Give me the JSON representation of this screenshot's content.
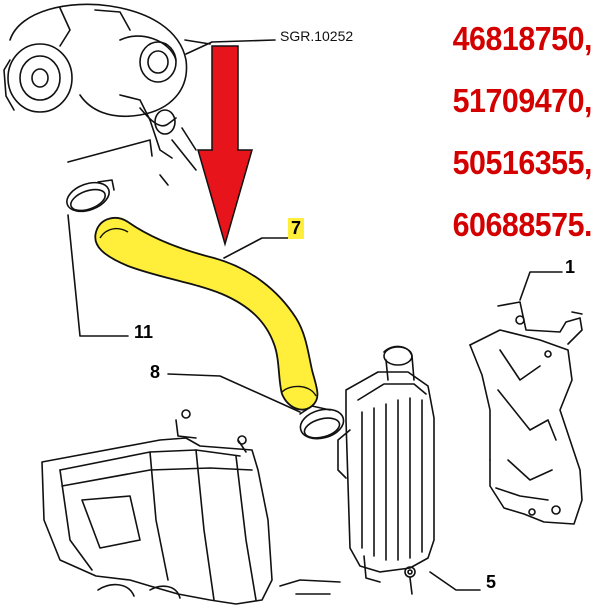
{
  "reference_code": "SGR.10252",
  "part_numbers": [
    "46818750,",
    "51709470,",
    "50516355,",
    "60688575."
  ],
  "callouts": {
    "c1": "1",
    "c5": "5",
    "c7": "7",
    "c8": "8",
    "c11": "11"
  },
  "colors": {
    "highlight_hose": "#ffef3a",
    "arrow": "#e8141b",
    "part_numbers": "#d40000"
  },
  "icons": {
    "arrow": "down-arrow-icon"
  }
}
